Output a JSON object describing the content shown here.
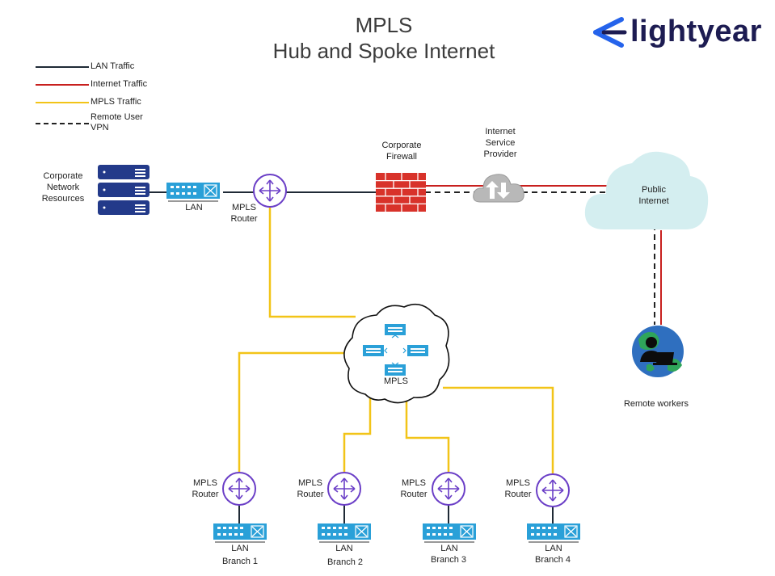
{
  "title": {
    "line1": "MPLS",
    "line2": "Hub and Spoke Internet"
  },
  "logo": {
    "text": "lightyear",
    "accent_color": "#2563eb",
    "text_color": "#1d1c52"
  },
  "legend": [
    {
      "label": "LAN Traffic",
      "color": "#1f2a36",
      "style": "solid"
    },
    {
      "label": "Internet Traffic",
      "color": "#c8201e",
      "style": "solid"
    },
    {
      "label": "MPLS Traffic",
      "color": "#f2c418",
      "style": "solid"
    },
    {
      "label": "Remote User VPN",
      "color": "#222222",
      "style": "dashed"
    }
  ],
  "nodes": {
    "corporate_resources": "Corporate Network Resources",
    "hub_lan": "LAN",
    "hub_router": "MPLS Router",
    "firewall": "Corporate Firewall",
    "isp": "Internet Service Provider",
    "public_internet": "Public Internet",
    "mpls_cloud": "MPLS",
    "remote_workers": "Remote workers"
  },
  "branches": [
    {
      "router_label": "MPLS Router",
      "lan_label": "LAN",
      "branch_label": "Branch 1"
    },
    {
      "router_label": "MPLS Router",
      "lan_label": "LAN",
      "branch_label": "Branch 2"
    },
    {
      "router_label": "MPLS Router",
      "lan_label": "LAN",
      "branch_label": "Branch 3"
    },
    {
      "router_label": "MPLS Router",
      "lan_label": "LAN",
      "branch_label": "Branch 4"
    }
  ],
  "colors": {
    "lan": "#1f2a36",
    "internet": "#c8201e",
    "mpls": "#f2c418",
    "router": "#6b3fc7",
    "switch": "#2aa0d8",
    "server": "#233a8a",
    "firewall": "#d8322a",
    "cloud": "#d4eef0"
  }
}
